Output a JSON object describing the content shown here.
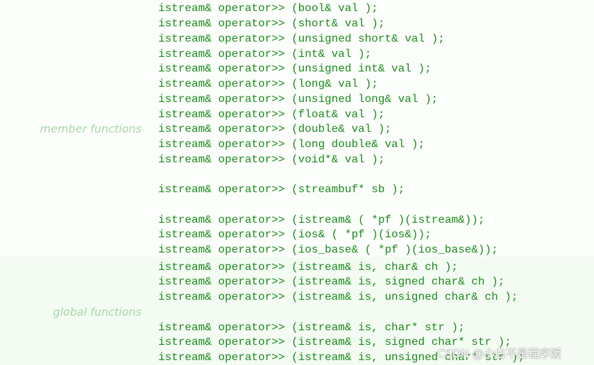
{
  "member": {
    "label": "member functions",
    "lines": [
      "istream& operator>> (bool& val );",
      "istream& operator>> (short& val );",
      "istream& operator>> (unsigned short& val );",
      "istream& operator>> (int& val );",
      "istream& operator>> (unsigned int& val );",
      "istream& operator>> (long& val );",
      "istream& operator>> (unsigned long& val );",
      "istream& operator>> (float& val );",
      "istream& operator>> (double& val );",
      "istream& operator>> (long double& val );",
      "istream& operator>> (void*& val );",
      "istream& operator>> (streambuf* sb );",
      "istream& operator>> (istream& ( *pf )(istream&));",
      "istream& operator>> (ios& ( *pf )(ios&));",
      "istream& operator>> (ios_base& ( *pf )(ios_base&));"
    ]
  },
  "global": {
    "label": "global functions",
    "lines": [
      "istream& operator>> (istream& is, char& ch );",
      "istream& operator>> (istream& is, signed char& ch );",
      "istream& operator>> (istream& is, unsigned char& ch );",
      "istream& operator>> (istream& is, char* str );",
      "istream& operator>> (istream& is, signed char* str );",
      "istream& operator>> (istream& is, unsigned char* str );"
    ]
  },
  "watermark": "CSDN @小白不是程序媛"
}
